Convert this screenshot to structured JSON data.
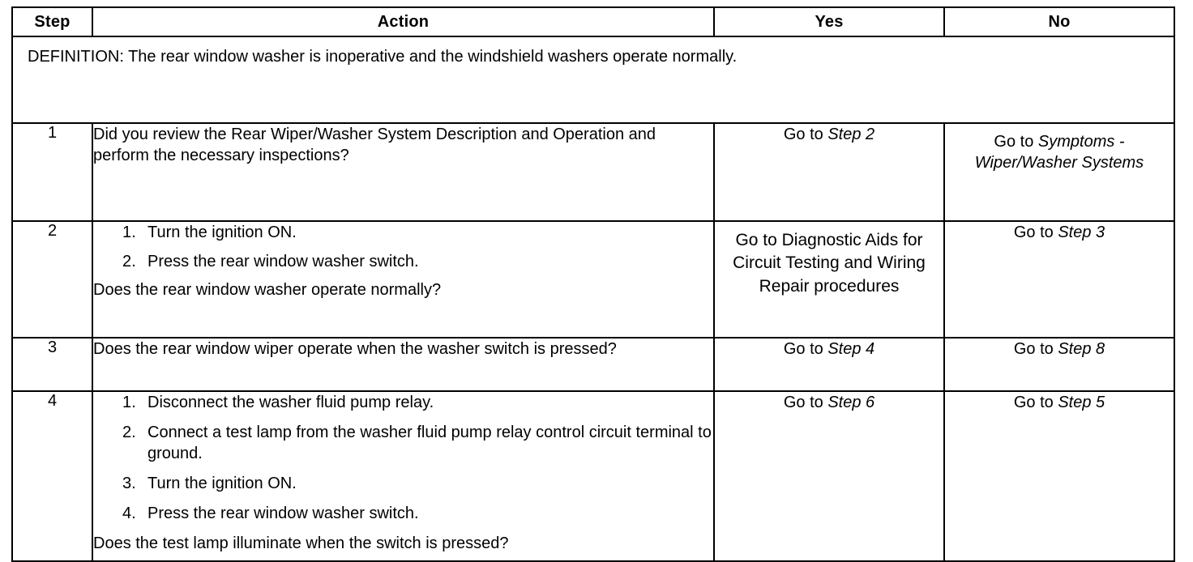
{
  "table": {
    "headers": {
      "step": "Step",
      "action": "Action",
      "yes": "Yes",
      "no": "No"
    },
    "definition": "DEFINITION: The rear window washer is inoperative and the windshield washers operate normally.",
    "rows": [
      {
        "step": "1",
        "action_text": "Did you review the Rear Wiper/Washer System Description and Operation and perform the necessary inspections?",
        "yes_prefix": "Go to ",
        "yes_italic": "Step 2",
        "no_prefix": "Go to ",
        "no_italic": "Symptoms - Wiper/Washer Systems"
      },
      {
        "step": "2",
        "items": [
          "Turn the ignition ON.",
          "Press the rear window washer switch."
        ],
        "question": "Does the rear window washer operate normally?",
        "yes_text": "Go to Diagnostic Aids for Circuit Testing and Wiring Repair procedures",
        "no_prefix": "Go to ",
        "no_italic": "Step 3"
      },
      {
        "step": "3",
        "action_text": "Does the rear window wiper operate when the washer switch is pressed?",
        "yes_prefix": "Go to ",
        "yes_italic": "Step 4",
        "no_prefix": "Go to ",
        "no_italic": "Step 8"
      },
      {
        "step": "4",
        "items": [
          "Disconnect the washer fluid pump relay.",
          "Connect a test lamp from the washer fluid pump relay control circuit terminal to ground.",
          "Turn the ignition ON.",
          "Press the rear window washer switch."
        ],
        "question": "Does the test lamp illuminate when the switch is pressed?",
        "yes_prefix": "Go to ",
        "yes_italic": "Step 6",
        "no_prefix": "Go to ",
        "no_italic": "Step 5"
      }
    ]
  },
  "colors": {
    "border": "#000000",
    "text": "#000000",
    "background": "#ffffff"
  }
}
